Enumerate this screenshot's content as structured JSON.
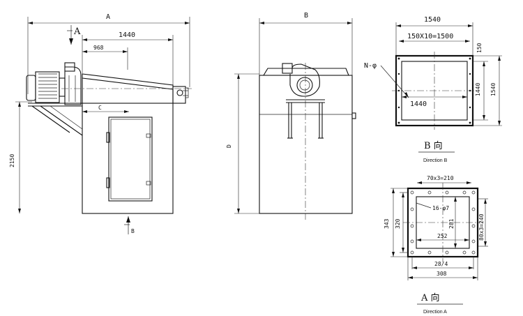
{
  "front_view": {
    "dim_overall_width": "A",
    "dim_1440": "1440",
    "dim_968": "968",
    "dim_c": "C",
    "dim_height": "2150",
    "arrow_a": "A",
    "arrow_b": "B"
  },
  "side_view": {
    "dim_width": "B",
    "dim_height": "D"
  },
  "direction_b": {
    "dim_1540": "1540",
    "dim_pitch": "150X10=1500",
    "hole_label": "N-φ",
    "dim_1440": "1440",
    "dim_side_left": "1440",
    "dim_side_right": "1540",
    "dim_side_small": "150",
    "title": "B 向",
    "caption": "Direction B"
  },
  "direction_a": {
    "dim_pitch_top": "70x3=210",
    "hole_label": "16-φ7",
    "dim_pitch_right": "80x3=240",
    "dim_343": "343",
    "dim_320": "320",
    "dim_281": "281",
    "dim_252": "252",
    "dim_284": "28/4",
    "dim_308": "308",
    "title": "A 向",
    "caption": "Direction A"
  }
}
